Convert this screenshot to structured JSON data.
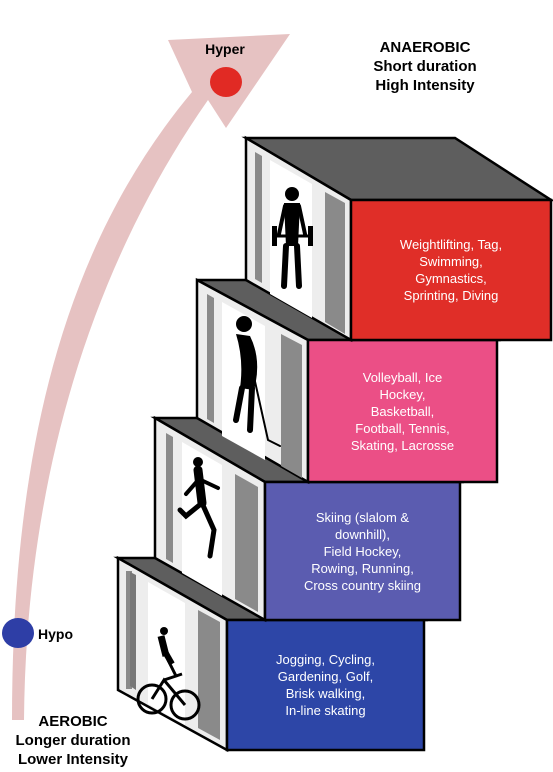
{
  "top_label": {
    "marker": "Hyper",
    "lines": [
      "ANAEROBIC",
      "Short duration",
      "High Intensity"
    ]
  },
  "bottom_label": {
    "marker": "Hypo",
    "lines": [
      "AEROBIC",
      "Longer duration",
      "Lower Intensity"
    ]
  },
  "steps": [
    {
      "lines": [
        "Weightlifting, Tag,",
        "Swimming,",
        "Gymnastics,",
        "Sprinting, Diving"
      ],
      "color": "#e02e28",
      "icon": "weightlifter-icon"
    },
    {
      "lines": [
        "Volleyball, Ice",
        "Hockey,",
        "Basketball,",
        "Football, Tennis,",
        "Skating, Lacrosse"
      ],
      "color": "#eb4f86",
      "icon": "hockey-player-icon"
    },
    {
      "lines": [
        "Skiing (slalom &",
        "downhill),",
        "Field Hockey,",
        "Rowing, Running,",
        "Cross country skiing"
      ],
      "color": "#5b5cb0",
      "icon": "runner-icon"
    },
    {
      "lines": [
        "Jogging, Cycling,",
        "Gardening, Golf,",
        "Brisk walking,",
        "In-line skating"
      ],
      "color": "#2d46a7",
      "icon": "cyclist-icon"
    }
  ],
  "colors": {
    "arrow": "#e6c2c2",
    "hyper_dot": "#e12a24",
    "hypo_dot": "#2e3ea6",
    "box_top": "#5e5e5e",
    "box_side": "#ededed"
  }
}
